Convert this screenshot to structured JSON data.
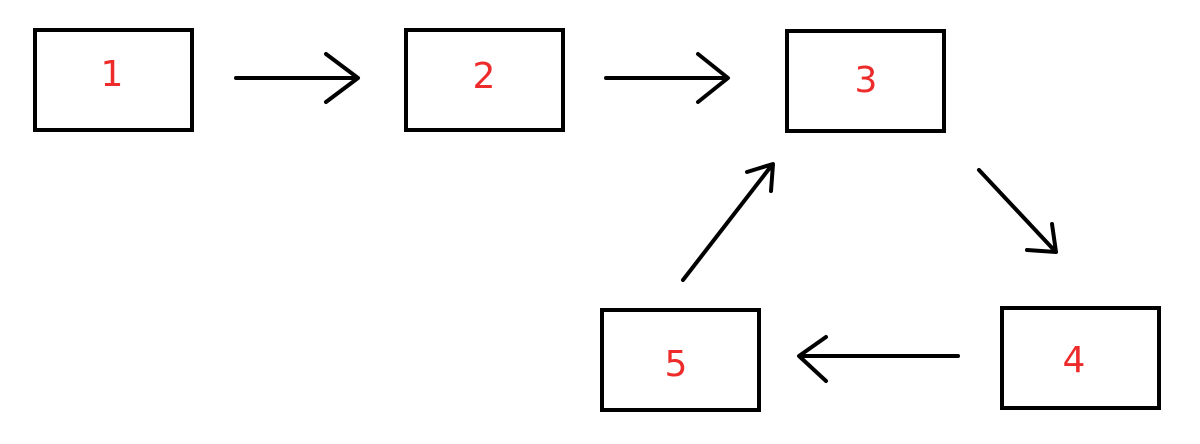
{
  "colors": {
    "box_stroke": "#000000",
    "label": "#ee2b2b",
    "arrow": "#000000",
    "background": "#ffffff"
  },
  "nodes": [
    {
      "id": "n1",
      "label": "1"
    },
    {
      "id": "n2",
      "label": "2"
    },
    {
      "id": "n3",
      "label": "3"
    },
    {
      "id": "n4",
      "label": "4"
    },
    {
      "id": "n5",
      "label": "5"
    }
  ],
  "edges": [
    {
      "from": "n1",
      "to": "n2"
    },
    {
      "from": "n2",
      "to": "n3"
    },
    {
      "from": "n3",
      "to": "n4"
    },
    {
      "from": "n4",
      "to": "n5"
    },
    {
      "from": "n5",
      "to": "n3"
    }
  ]
}
